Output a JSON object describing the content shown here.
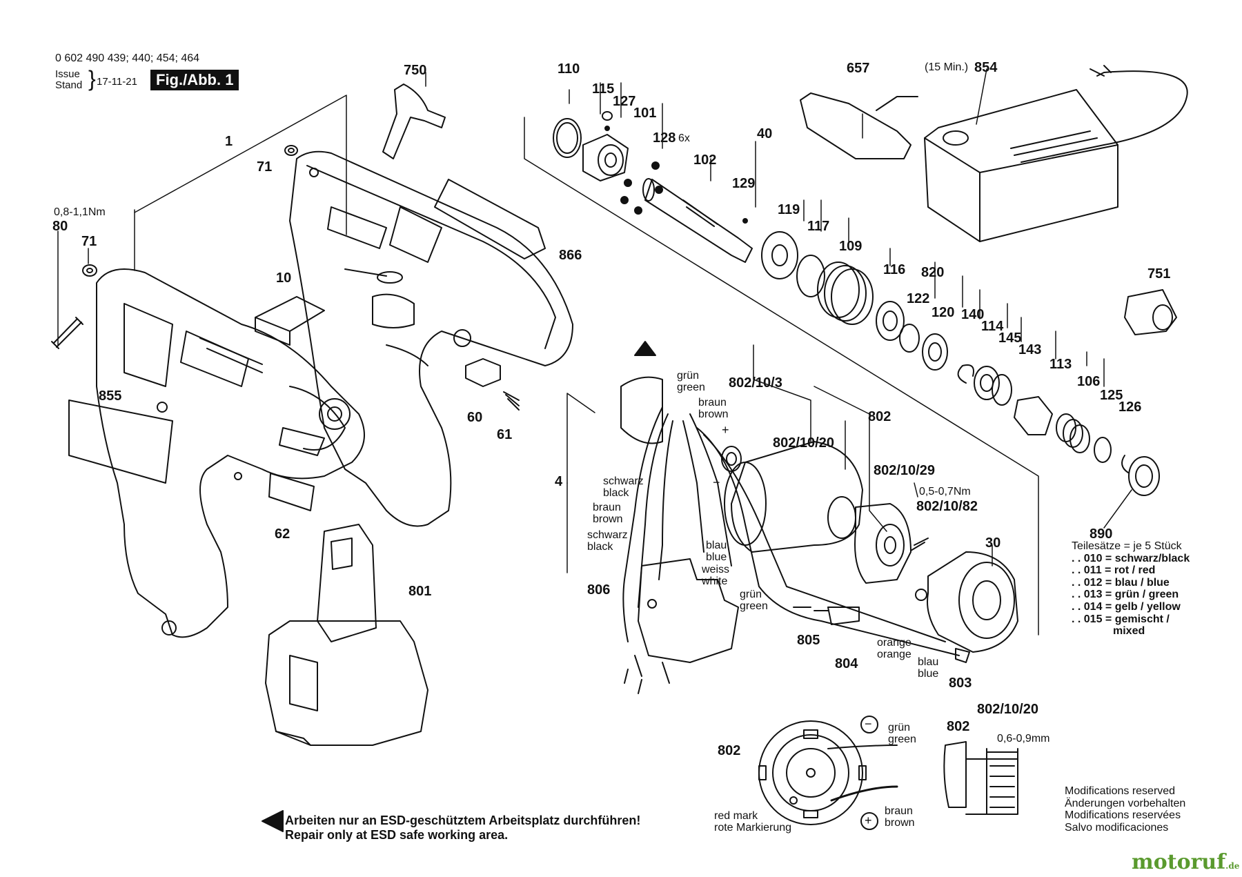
{
  "header": {
    "part_numbers": "0 602 490 439; 440; 454; 464",
    "issue_label": "Issue",
    "stand_label": "Stand",
    "date": "17-11-21",
    "figure": "Fig./Abb. 1"
  },
  "torque_spec_screw": "0,8-1,1Nm",
  "torque_spec_motor": "0,5-0,7Nm",
  "charger_note": "(15 Min.)",
  "gap_spec": "0,6-0,9mm",
  "qty_note": "6x",
  "part_labels": {
    "p1": "1",
    "p4": "4",
    "p10": "10",
    "p30": "30",
    "p40": "40",
    "p60": "60",
    "p61": "61",
    "p62": "62",
    "p71a": "71",
    "p71b": "71",
    "p80": "80",
    "p101": "101",
    "p102": "102",
    "p106": "106",
    "p109": "109",
    "p110": "110",
    "p113": "113",
    "p114": "114",
    "p115": "115",
    "p116": "116",
    "p117": "117",
    "p119": "119",
    "p120": "120",
    "p122": "122",
    "p125": "125",
    "p126": "126",
    "p127": "127",
    "p128": "128",
    "p129": "129",
    "p140": "140",
    "p143": "143",
    "p145": "145",
    "p657": "657",
    "p750": "750",
    "p751": "751",
    "p801": "801",
    "p802": "802",
    "p802b": "802",
    "p802c": "802",
    "p802_10_3": "802/10/3",
    "p802_10_20": "802/10/20",
    "p802_10_20b": "802/10/20",
    "p802_10_29": "802/10/29",
    "p802_10_82": "802/10/82",
    "p803": "803",
    "p804": "804",
    "p805": "805",
    "p806": "806",
    "p820": "820",
    "p854": "854",
    "p855": "855",
    "p866": "866",
    "p890": "890"
  },
  "wire_labels": {
    "gruen_green_top": [
      "grün",
      "green"
    ],
    "braun_brown_top": [
      "braun",
      "brown"
    ],
    "schwarz_black_1": [
      "schwarz",
      "black"
    ],
    "braun_brown_left": [
      "braun",
      "brown"
    ],
    "schwarz_black_2": [
      "schwarz",
      "black"
    ],
    "blau_blue_1": [
      "blau",
      "blue"
    ],
    "weiss_white": [
      "weiss",
      "white"
    ],
    "gruen_green_mid": [
      "grün",
      "green"
    ],
    "orange": [
      "orange",
      "orange"
    ],
    "blau_blue_2": [
      "blau",
      "blue"
    ],
    "gruen_green_bottom": [
      "grün",
      "green"
    ],
    "braun_brown_bottom": [
      "braun",
      "brown"
    ],
    "red_mark": [
      "red mark",
      "rote Markierung"
    ]
  },
  "teilesaetze": {
    "title": "Teilesätze = je 5 Stück",
    "rows": [
      ". . 010 = schwarz/black",
      ". . 011 = rot / red",
      ". . 012 = blau / blue",
      ". . 013 = grün / green",
      ". . 014 = gelb / yellow",
      ". . 015 = gemischt /",
      "mixed"
    ]
  },
  "esd_warning": [
    "Arbeiten nur an ESD-geschütztem Arbeitsplatz durchführen!",
    "Repair only at ESD safe working area."
  ],
  "modifications": [
    "Modifications reserved",
    "Änderungen vorbehalten",
    "Modifications reservées",
    "Salvo modificaciones"
  ],
  "logo": {
    "main": "motoruf",
    "suffix": ".de"
  },
  "polarity": {
    "plus": "+",
    "minus": "−"
  }
}
